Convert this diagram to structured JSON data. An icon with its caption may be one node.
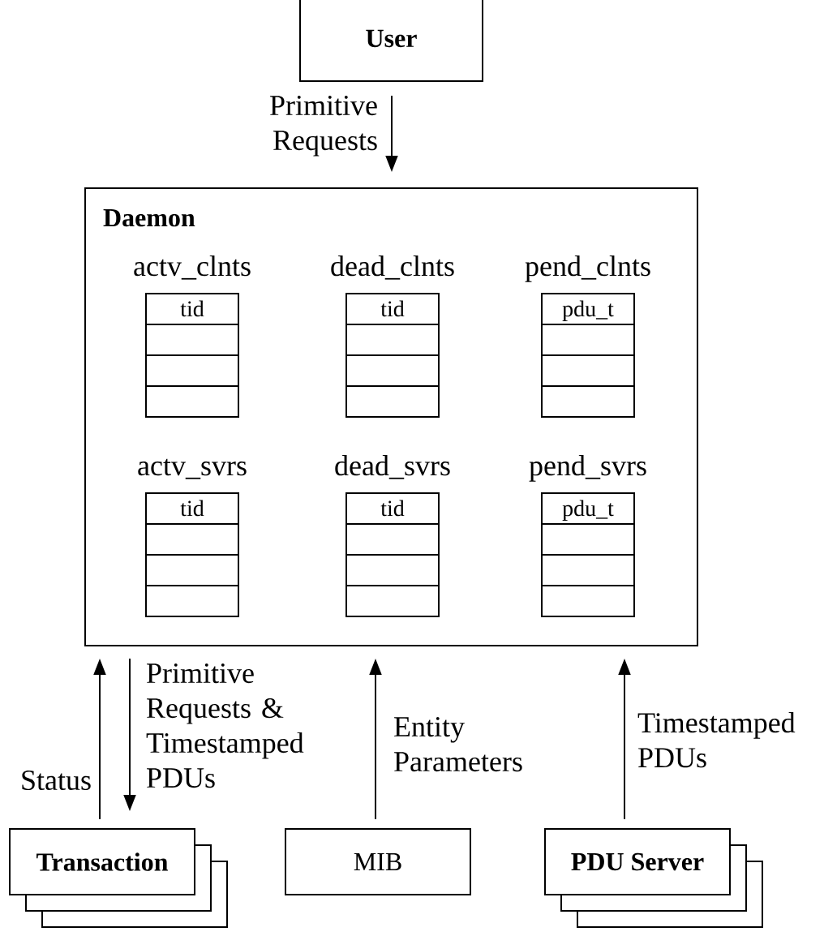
{
  "diagram": {
    "nodes": [
      {
        "text": [
          "User"
        ]
      },
      {
        "text": [
          "Daemon"
        ]
      },
      {
        "text": [
          "actv_clnts",
          "tid"
        ],
        "in": 1
      },
      {
        "text": [
          "dead_clnts",
          "tid"
        ],
        "in": 1
      },
      {
        "text": [
          "pend_clnts",
          "pdu_t"
        ],
        "in": 1
      },
      {
        "text": [
          "actv_svrs",
          "tid"
        ],
        "in": 1
      },
      {
        "text": [
          "dead_svrs",
          "tid"
        ],
        "in": 1
      },
      {
        "text": [
          "pend_svrs",
          "pdu_t"
        ],
        "in": 1
      },
      {
        "text": [
          "Transaction"
        ]
      },
      {
        "text": [
          "MIB"
        ]
      },
      {
        "text": [
          "PDU Server"
        ]
      }
    ],
    "edges": [
      {
        "from": 0,
        "to": 1,
        "arrow": "to",
        "label": "Primitive Requests"
      },
      {
        "from": 8,
        "to": 1,
        "arrow": "to",
        "label": "Status"
      },
      {
        "from": 1,
        "to": 8,
        "arrow": "to",
        "label": "Primitive Requests & Timestamped PDUs"
      },
      {
        "from": 9,
        "to": 1,
        "arrow": "to",
        "label": "Entity Parameters"
      },
      {
        "from": 10,
        "to": 1,
        "arrow": "to",
        "label": "Timestamped PDUs"
      }
    ]
  }
}
